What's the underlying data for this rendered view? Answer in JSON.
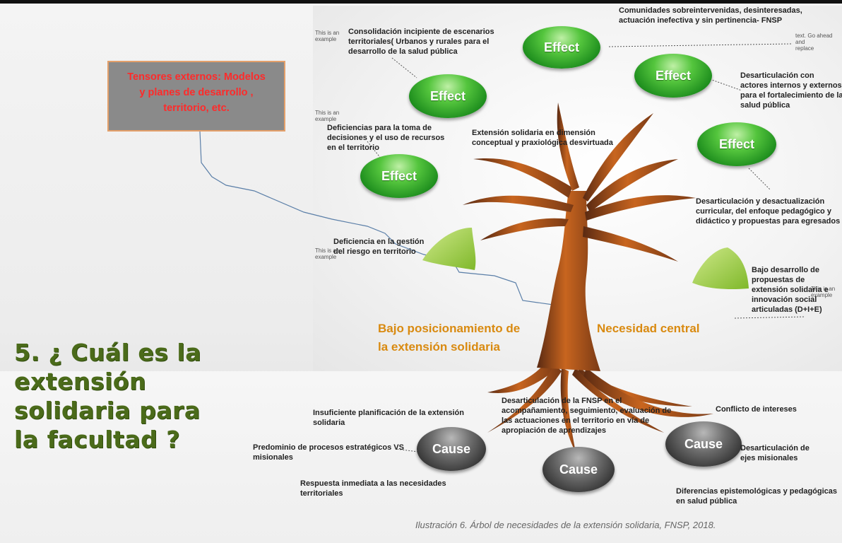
{
  "title_box": {
    "tensores": [
      "Tensores externos: Modelos",
      "y planes de desarrollo ,",
      "territorio, etc."
    ]
  },
  "question": [
    "5. ¿ Cuál es la",
    "extensión",
    "solidaria para",
    "la facultad ?"
  ],
  "central": {
    "left_line1": "Bajo posicionamiento de",
    "left_line2": "la extensión solidaria",
    "right": "Necesidad central"
  },
  "effect_label": "Effect",
  "cause_label": "Cause",
  "effects": {
    "consolidacion": "Consolidación incipiente de escenarios territoriales( Urbanos y rurales para el desarrollo de la salud pública",
    "comunidades": "Comunidades sobreintervenidas, desinteresadas, actuación inefectiva y sin pertinencia- FNSP",
    "desarticulacion_actores": "Desarticulación con actores internos y externos para el fortalecimiento de la salud pública",
    "deficiencias_toma": "Deficiencias para la toma de decisiones y el uso de recursos en el territorio",
    "extension_dimension": "Extensión solidaria en dimensión conceptual y praxiológica desvirtuada",
    "desarticulacion_curricular": "Desarticulación y desactualización curricular, del enfoque pedagógico y didáctico y propuestas para egresados",
    "deficiencia_riesgo": "Deficiencia en la gestión del riesgo en territorio",
    "bajo_desarrollo": "Bajo desarrollo de propuestas de extensión solidaria e innovación social articuladas (D+I+E)"
  },
  "causes": {
    "insuficiente": "Insuficiente planificación de la extensión solidaria",
    "predominio": "Predominio de procesos estratégicos VS misionales",
    "respuesta": "Respuesta inmediata a las necesidades territoriales",
    "desarticulacion_fnsp": "Desarticulación de la FNSP en el acompañamiento, seguimiento, evaluación de las actuaciones en el territorio en vía de apropiación de aprendizajes",
    "conflicto": "Conflicto de intereses",
    "desarticulacion_ejes": "Desarticulación de ejes misionales",
    "diferencias": "Diferencias epistemológicas y pedagógicas en salud pública"
  },
  "placeholders": {
    "example_a": "This is an example",
    "example_b": "text. Go ahead and",
    "example_c": "replace"
  },
  "caption": "Ilustración 6. Árbol de necesidades de la extensión solidaria, FNSP, 2018.",
  "colors": {
    "effect_green": "#2e9e2a",
    "cause_gray": "#4a4a4a",
    "tensores_red": "#ff2a2a",
    "central_orange": "#d98a10",
    "question_green": "#4b6b1a"
  }
}
